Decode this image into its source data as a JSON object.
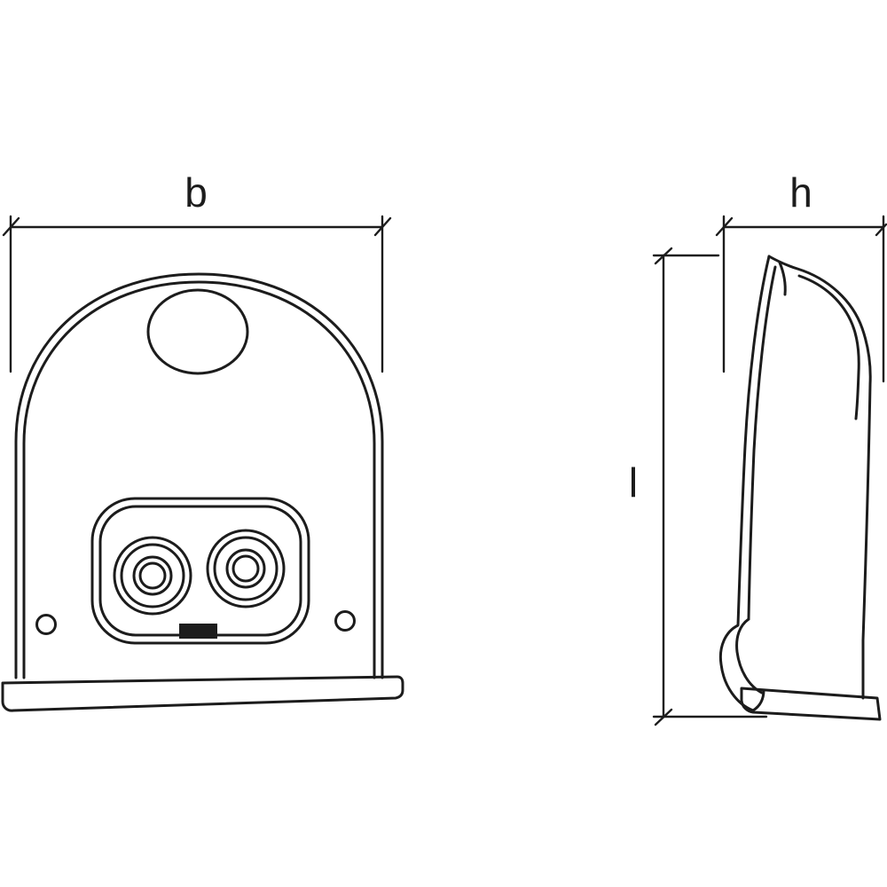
{
  "drawing": {
    "description": "technical-dimension-drawing-two-views",
    "dimension_labels": {
      "width": "b",
      "depth": "h",
      "height": "l"
    }
  },
  "colors": {
    "line": "#1c1c1c",
    "background": "#ffffff"
  }
}
